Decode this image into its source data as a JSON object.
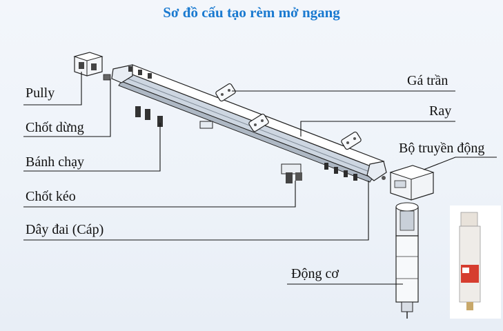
{
  "title": "Sơ đồ cấu tạo rèm mở ngang",
  "labels": {
    "pully": "Pully",
    "chot_dung": "Chốt dừng",
    "banh_chay": "Bánh chạy",
    "chot_keo": "Chốt kéo",
    "day_dai": "Dây đai (Cáp)",
    "ga_tran": "Gá trần",
    "ray": "Ray",
    "bo_truyen_dong": "Bộ truyền động",
    "dong_co": "Động cơ"
  },
  "colors": {
    "title": "#1a7ad0",
    "rail_top": "#ffffff",
    "rail_side": "#cfd8e3",
    "outline": "#222222",
    "leader": "#111111"
  }
}
